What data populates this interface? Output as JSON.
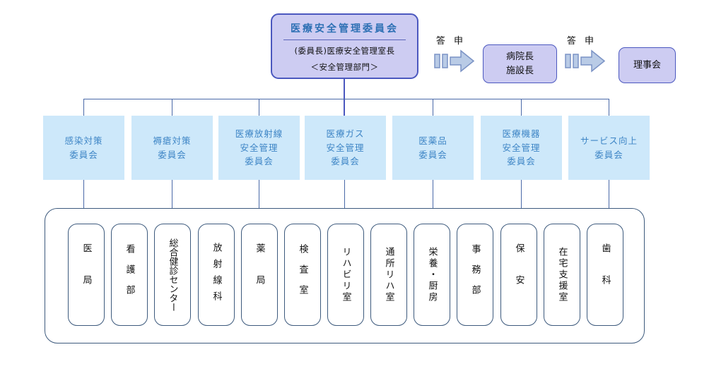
{
  "top_committee": {
    "title": "医療安全管理委員会",
    "chair_line": "(委員長)医療安全管理室長",
    "dept_line": "＜安全管理部門＞"
  },
  "report_flow": {
    "arrow1_label": "答 申",
    "arrow2_label": "答 申",
    "director_box": "病院長\n施設長",
    "board_box": "理事会"
  },
  "committees": [
    {
      "text": "感染対策\n委員会"
    },
    {
      "text": "褥瘡対策\n委員会"
    },
    {
      "text": "医療放射線\n安全管理\n委員会"
    },
    {
      "text": "医療ガス\n安全管理\n委員会"
    },
    {
      "text": "医薬品\n委員会"
    },
    {
      "text": "医療機器\n安全管理\n委員会"
    },
    {
      "text": "サービス向上\n委員会"
    }
  ],
  "departments": [
    "医局",
    "看護部",
    "総合健診センター",
    "放射線科",
    "薬局",
    "検査室",
    "リハビリ室",
    "通所リハ室",
    "栄養・厨房",
    "事務部",
    "保安",
    "在宅支援室",
    "歯科"
  ],
  "colors": {
    "top_box_fill": "#cdccf2",
    "top_box_border": "#4b58bf",
    "top_title_text": "#2d70b4",
    "sub_committee_fill": "#cde8fa",
    "sub_committee_text": "#3f86c6",
    "arrow_fill": "#b9cbe6",
    "arrow_border": "#7b93c5",
    "connector_line": "#4a69a8",
    "container_border": "#3d5a7d",
    "body_text": "#111111"
  }
}
